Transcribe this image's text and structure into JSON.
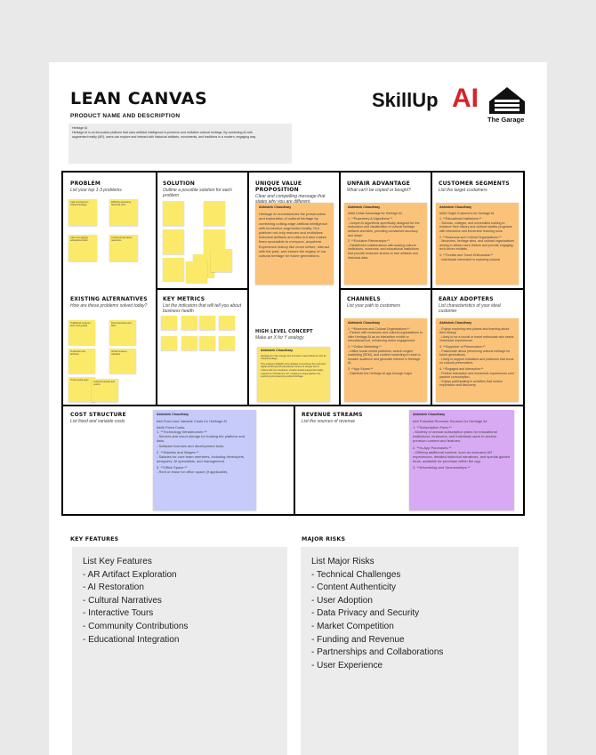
{
  "header": {
    "title": "LEAN CANVAS",
    "subtitle": "PRODUCT NAME AND DESCRIPTION",
    "description_lines": [
      "Heritage AI",
      "Heritage AI is an innovative platform that uses artificial intelligence to preserve and revitalize cultural heritage. By combining AI with",
      "augmented reality (AR), users can explore and interact with historical artifacts, monuments, and traditions in a modern, engaging way."
    ],
    "logo": {
      "brand": "SkillUp",
      "ai": "AI",
      "garage": "The Garage"
    }
  },
  "canvas": {
    "problem": {
      "title": "PROBLEM",
      "subtitle": "List your top 1-3 problems",
      "stickies": [
        "Lack of interest in cultural heritage",
        "Difficulty accessing historical sites",
        "Lack of engaging educational tools",
        "Limited preservation resources"
      ]
    },
    "existing_alternatives": {
      "title": "EXISTING ALTERNATIVES",
      "subtitle": "How are these problems solved today?",
      "stickies": [
        "Traditional museum tours and guides",
        "Documentaries and films",
        "Textbooks and archives",
        "Virtual museum websites",
        "Travel guide apps",
        "Cultural festivals and events"
      ]
    },
    "solution": {
      "title": "SOLUTION",
      "subtitle": "Outline a possible solution for each problem",
      "stickies": [
        "",
        "",
        "",
        "",
        "",
        "",
        "",
        ""
      ]
    },
    "key_metrics": {
      "title": "KEY METRICS",
      "subtitle": "List the indicators that will tell you about business health",
      "stickies": [
        "",
        "",
        "",
        "",
        "",
        "",
        "",
        ""
      ]
    },
    "uvp": {
      "title": "UNIQUE VALUE PROPOSITION",
      "subtitle": "Clear and compelling message that states why you are different",
      "note": {
        "author": "Abhishek Choudhary",
        "paragraphs": [
          "Heritage AI revolutionizes the preservation and exploration of cultural heritage by combining cutting-edge artificial intelligence with immersive augmented reality. Our platform not only restores and revitalizes historical artifacts and sites but also makes them accessible to everyone, anywhere. Experience history like never before, interact with the past, and ensure the legacy of our cultural heritage for future generations."
        ]
      }
    },
    "high_level_concept": {
      "title": "HIGH LEVEL CONCEPT",
      "subtitle": "Make an X for Y analogy",
      "note": {
        "author": "Abhishek Choudhary",
        "paragraphs": [
          "Heritage AI is like Google Arts & Culture meets Pokémon GO for cultural heritage.",
          "This analogy highlights how Heritage AI combines the extensive digital archiving and educational content of Google Arts & Culture with the interactive, location-based augmented reality experience of Pokémon GO, creating a unique platform for exploring and preserving cultural heritage."
        ]
      }
    },
    "unfair_advantage": {
      "title": "UNFAIR ADVANTAGE",
      "subtitle": "What can't be copied or bought?",
      "note": {
        "author": "Abhishek Choudhary",
        "paragraphs": [
          "#### Unfair Advantage for Heritage AI:",
          "1. **Proprietary AI Algorithms:**\n - Unique AI algorithms specifically designed for the restoration and visualization of cultural heritage artifacts and sites, providing unmatched accuracy and detail.",
          "2. **Exclusive Partnerships:**\n - Established collaborations with leading cultural institutions, museums, and educational institutions that provide exclusive access to rare artifacts and historical data."
        ]
      }
    },
    "customer_segments": {
      "title": "CUSTOMER SEGMENTS",
      "subtitle": "List the target customers",
      "note": {
        "author": "Abhishek Choudhary",
        "paragraphs": [
          "#### Target Customers for Heritage AI:",
          "1. **Educational Institutions:**\n - Schools, colleges, and universities looking to enhance their history and cultural studies programs with interactive and immersive learning tools.",
          "2. **Museums and Cultural Organizations:**\n - Museums, heritage sites, and cultural organizations aiming to attract more visitors and provide engaging, tech-driven exhibits.",
          "3. **Tourists and Travel Enthusiasts:**\n - Individuals interested in exploring cultural"
        ]
      }
    },
    "channels": {
      "title": "CHANNELS",
      "subtitle": "List your path to customers",
      "note": {
        "author": "Abhishek Choudhary",
        "paragraphs": [
          "1. **Museums and Cultural Organizations:**\n - Partner with museums and cultural organizations to offer Heritage AI as an interactive exhibit or educational tool, enhancing visitor engagement.",
          "2. **Online Marketing:**\n - Utilize social media platforms, search engine marketing (SEM), and content marketing to reach a broader audience and generate interest in Heritage AI.",
          "3. **App Stores:**\n - Distribute the Heritage AI app through major"
        ]
      }
    },
    "early_adopters": {
      "title": "EARLY ADOPTERS",
      "subtitle": "List characteristics of your ideal customer",
      "note": {
        "author": "Abhishek Choudhary",
        "paragraphs": [
          "- Enjoys exploring new places and learning about their history.\n - Likely to be a tourist or travel enthusiast who seeks immersive experiences.",
          "3. **Supporter of Preservation:**\n - Passionate about preserving cultural heritage for future generations.\n - Likely to support initiatives and platforms that focus on cultural preservation.",
          "4. **Engaged and Interactive:**\n - Prefers interactive and immersive experiences over passive consumption.\n - Enjoys participating in activities that involve exploration and discovery."
        ]
      }
    },
    "cost_structure": {
      "title": "COST STRUCTURE",
      "subtitle": "List fixed and variable costs",
      "note": {
        "author": "Abhishek Choudhary",
        "paragraphs": [
          "### Fixed and Variable Costs for Heritage AI",
          "#### Fixed Costs:\n1. **Technology Infrastructure:**\n - Servers and cloud storage for hosting the platform and data.\n - Software licenses and development tools.",
          "2. **Salaries and Wages:**\n - Salaries for core team members, including developers, designers, AI specialists, and management.",
          "3. **Office Space:**\n - Rent or lease for office space (if applicable)."
        ]
      }
    },
    "revenue_streams": {
      "title": "REVENUE STREAMS",
      "subtitle": "List the sources of revenue",
      "note": {
        "author": "Abhishek Choudhary",
        "paragraphs": [
          "### Potential Revenue Sources for Heritage AI:",
          "1. **Subscription Fees:**\n - Monthly or annual subscription plans for educational institutions, museums, and individual users to access premium content and features.",
          "2. **In-App Purchases:**\n - Offering additional content, such as exclusive AR experiences, detailed historical narratives, and special guided tours, available for purchase within the app.",
          "3. **Advertising and Sponsorships:**"
        ]
      }
    }
  },
  "key_features": {
    "label": "KEY FEATURES",
    "items": [
      "List Key Features",
      "- AR Artifact Exploration",
      "- AI Restoration",
      "- Cultural Narratives",
      "- Interactive Tours",
      "- Community Contributions",
      "- Educational Integration"
    ]
  },
  "major_risks": {
    "label": "MAJOR RISKS",
    "items": [
      "List Major Risks",
      "- Technical Challenges",
      "- Content Authenticity",
      "- User Adoption",
      "- Data Privacy and Security",
      "- Market Competition",
      "- Funding and Revenue",
      "- Partnerships and Collaborations",
      "- User Experience"
    ]
  },
  "colors": {
    "sticky_yellow": "#fbe969",
    "note_orange": "#fbc37a",
    "note_yellow": "#fbe36f",
    "note_blue": "#c7cbfa",
    "note_purple": "#d8aaf3",
    "brand_red": "#d9222a"
  }
}
